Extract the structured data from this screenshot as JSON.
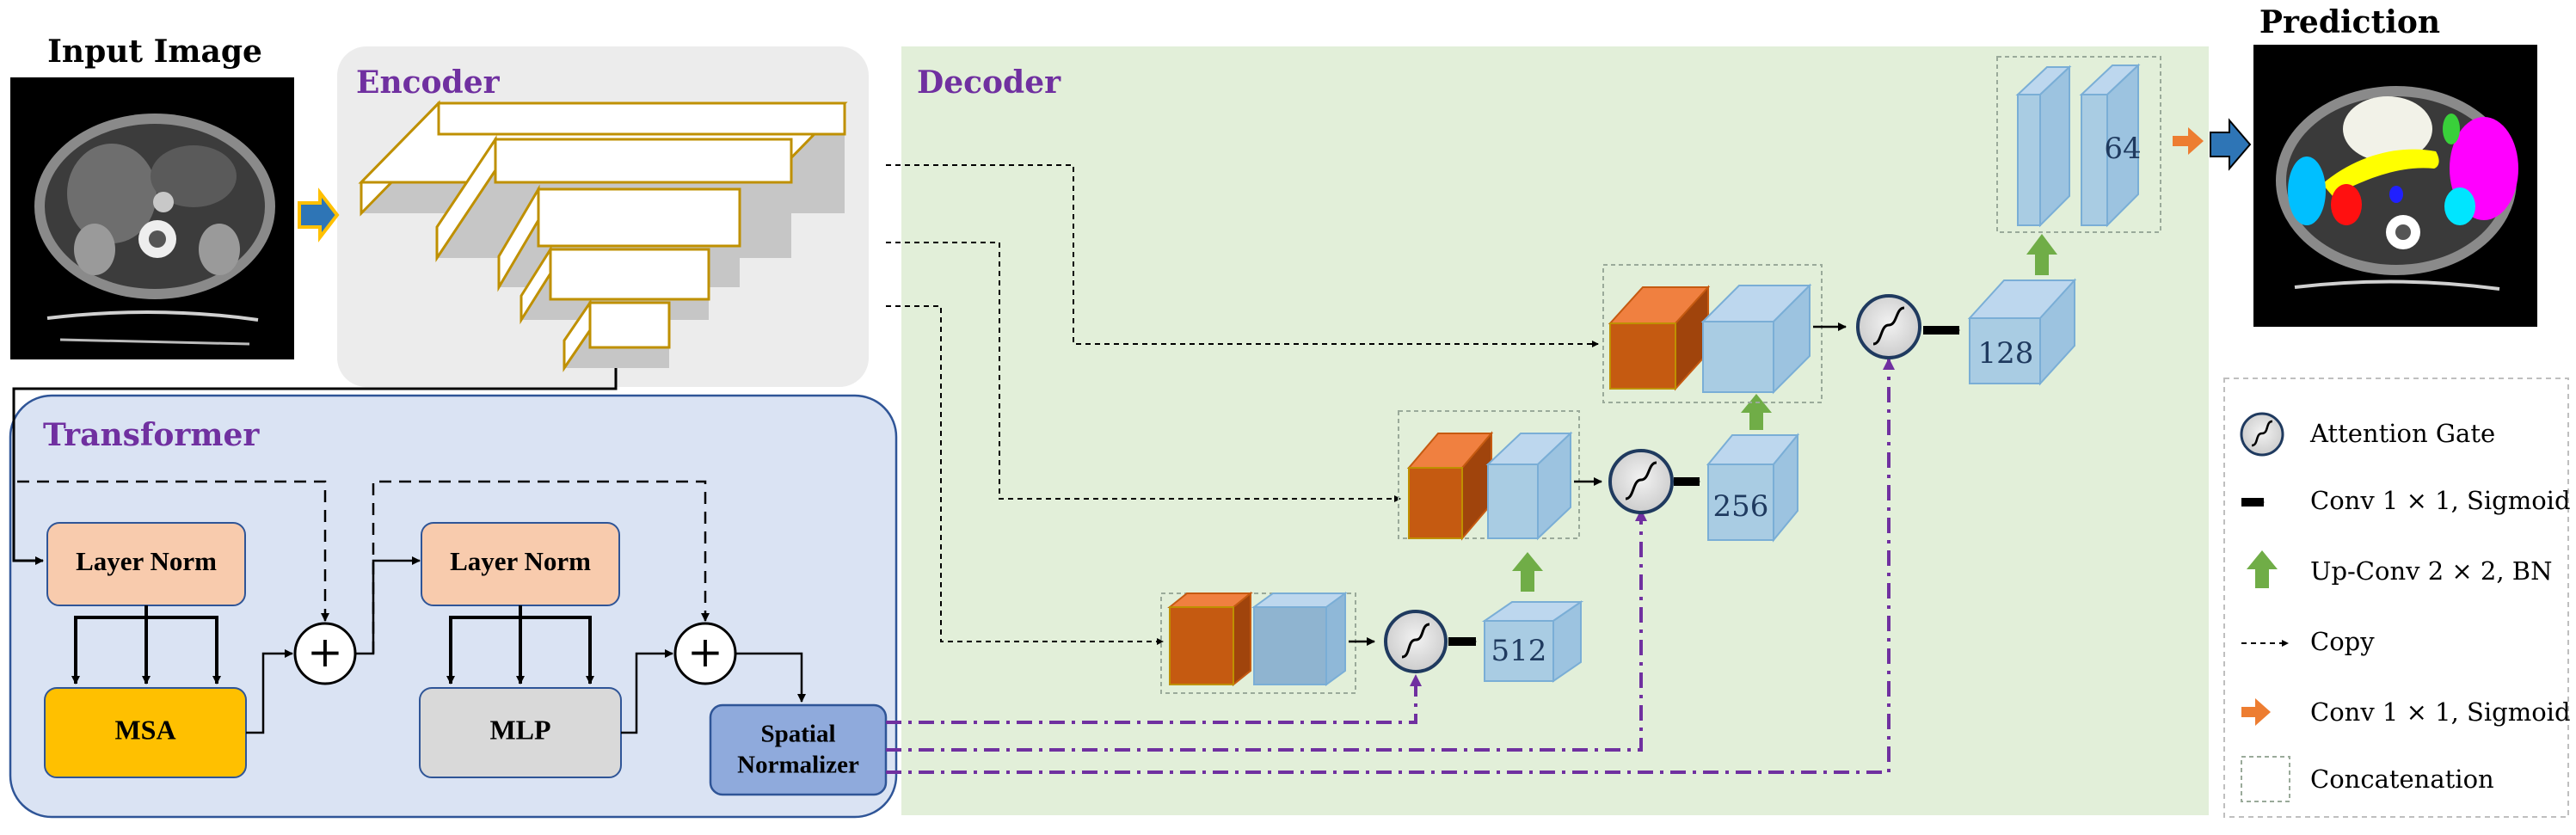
{
  "input_title": "Input Image",
  "prediction_title": "Prediction",
  "encoder": {
    "title": "Encoder"
  },
  "decoder": {
    "title": "Decoder"
  },
  "transformer": {
    "title": "Transformer",
    "layer_norm_1": "Layer Norm",
    "layer_norm_2": "Layer Norm",
    "msa": "MSA",
    "mlp": "MLP",
    "spatial_normalizer_line1": "Spatial",
    "spatial_normalizer_line2": "Normalizer",
    "add_symbol": "+"
  },
  "decoder_channels": [
    "512",
    "256",
    "128",
    "64"
  ],
  "legend": [
    {
      "label": "Attention Gate"
    },
    {
      "label": "Conv 1 × 1, Sigmoid"
    },
    {
      "label": "Up-Conv 2 × 2, BN"
    },
    {
      "label": "Copy"
    },
    {
      "label": "Conv 1 × 1, Sigmoid"
    },
    {
      "label": "Concatenation"
    }
  ],
  "colors": {
    "encoder_bg": "#ececec",
    "decoder_bg": "#e2efd9",
    "transformer_bg": "#dae3f3",
    "layer_norm": "#f8cbad",
    "msa": "#ffc000",
    "mlp": "#d9d9d9",
    "spatial_normalizer": "#8faadc",
    "feature_orange": "#c55a11",
    "feature_blue": "#a9cce3",
    "purple_line": "#7030a0",
    "green_arrow": "#70ad47",
    "orange_arrow": "#ed7d31",
    "blue_arrow": "#2e75b6"
  }
}
